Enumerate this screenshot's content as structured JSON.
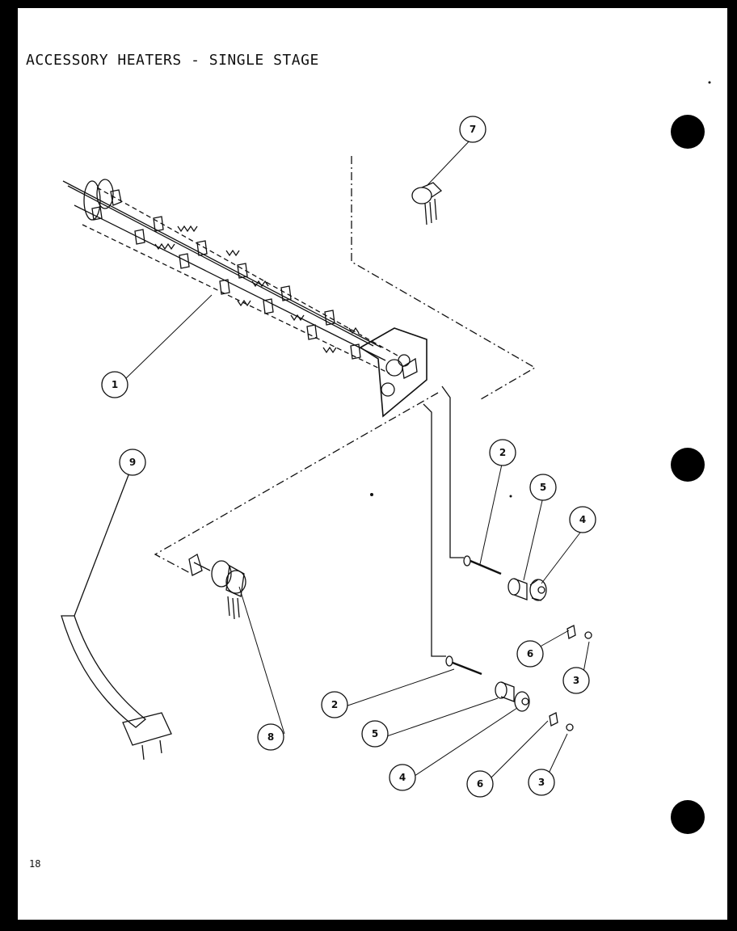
{
  "title": "ACCESSORY HEATERS - SINGLE STAGE",
  "page_number": "18",
  "callouts": {
    "c1": "1",
    "c2a": "2",
    "c2b": "2",
    "c3a": "3",
    "c3b": "3",
    "c4a": "4",
    "c4b": "4",
    "c5a": "5",
    "c5b": "5",
    "c6a": "6",
    "c6b": "6",
    "c7": "7",
    "c8": "8",
    "c9": "9"
  }
}
